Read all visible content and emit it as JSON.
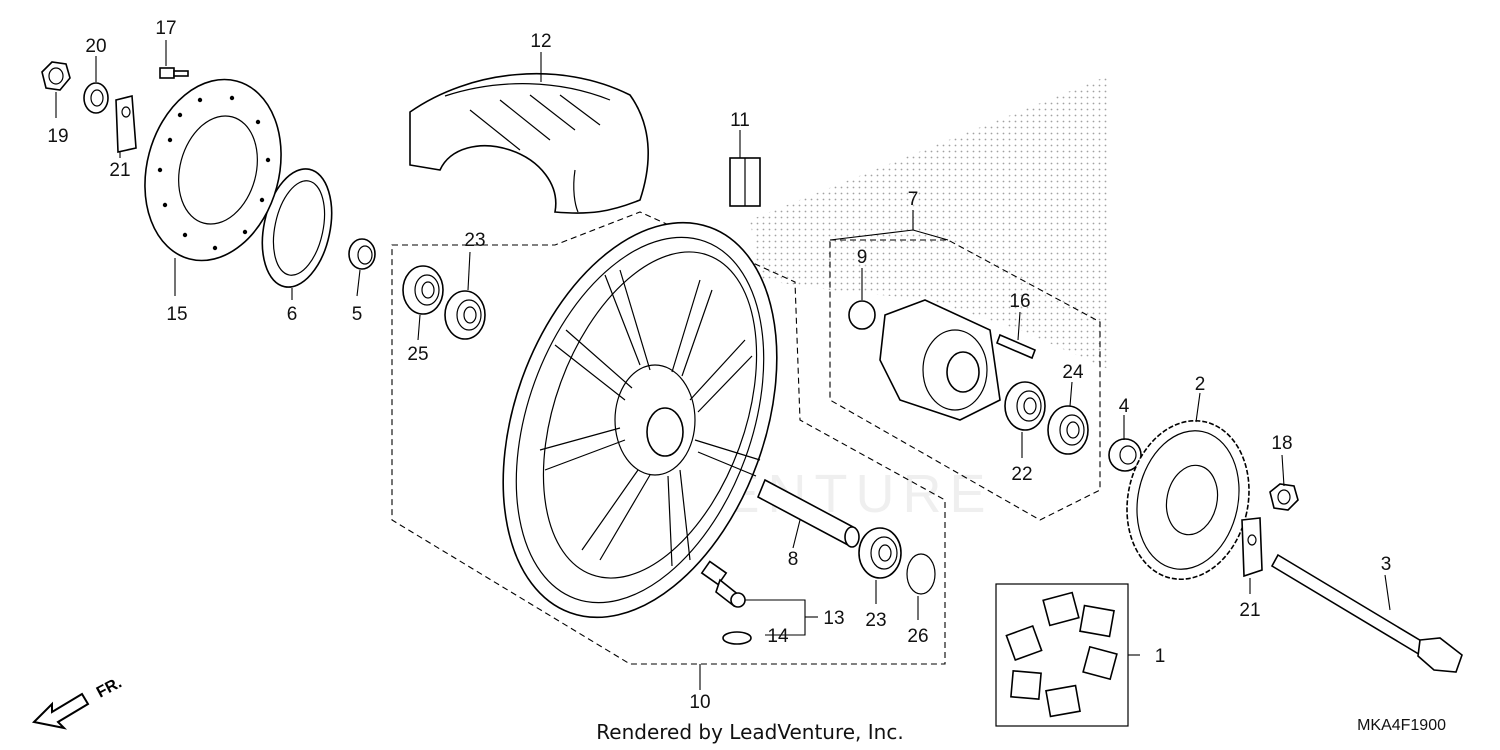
{
  "diagram": {
    "callouts": [
      {
        "id": "c1",
        "text": "1"
      },
      {
        "id": "c2",
        "text": "2"
      },
      {
        "id": "c3",
        "text": "3"
      },
      {
        "id": "c4",
        "text": "4"
      },
      {
        "id": "c5",
        "text": "5"
      },
      {
        "id": "c6",
        "text": "6"
      },
      {
        "id": "c7",
        "text": "7"
      },
      {
        "id": "c8",
        "text": "8"
      },
      {
        "id": "c9",
        "text": "9"
      },
      {
        "id": "c10",
        "text": "10"
      },
      {
        "id": "c11",
        "text": "11"
      },
      {
        "id": "c12",
        "text": "12"
      },
      {
        "id": "c13",
        "text": "13"
      },
      {
        "id": "c14",
        "text": "14"
      },
      {
        "id": "c15",
        "text": "15"
      },
      {
        "id": "c16",
        "text": "16"
      },
      {
        "id": "c17",
        "text": "17"
      },
      {
        "id": "c18",
        "text": "18"
      },
      {
        "id": "c19",
        "text": "19"
      },
      {
        "id": "c20",
        "text": "20"
      },
      {
        "id": "c21a",
        "text": "21"
      },
      {
        "id": "c21b",
        "text": "21"
      },
      {
        "id": "c22",
        "text": "22"
      },
      {
        "id": "c23a",
        "text": "23"
      },
      {
        "id": "c23b",
        "text": "23"
      },
      {
        "id": "c24",
        "text": "24"
      },
      {
        "id": "c25",
        "text": "25"
      },
      {
        "id": "c26",
        "text": "26"
      }
    ],
    "front_arrow_label": "FR.",
    "watermark": "LEADVENTURE",
    "footer_credit": "Rendered by LeadVenture, Inc.",
    "diagram_code": "MKA4F1900"
  }
}
